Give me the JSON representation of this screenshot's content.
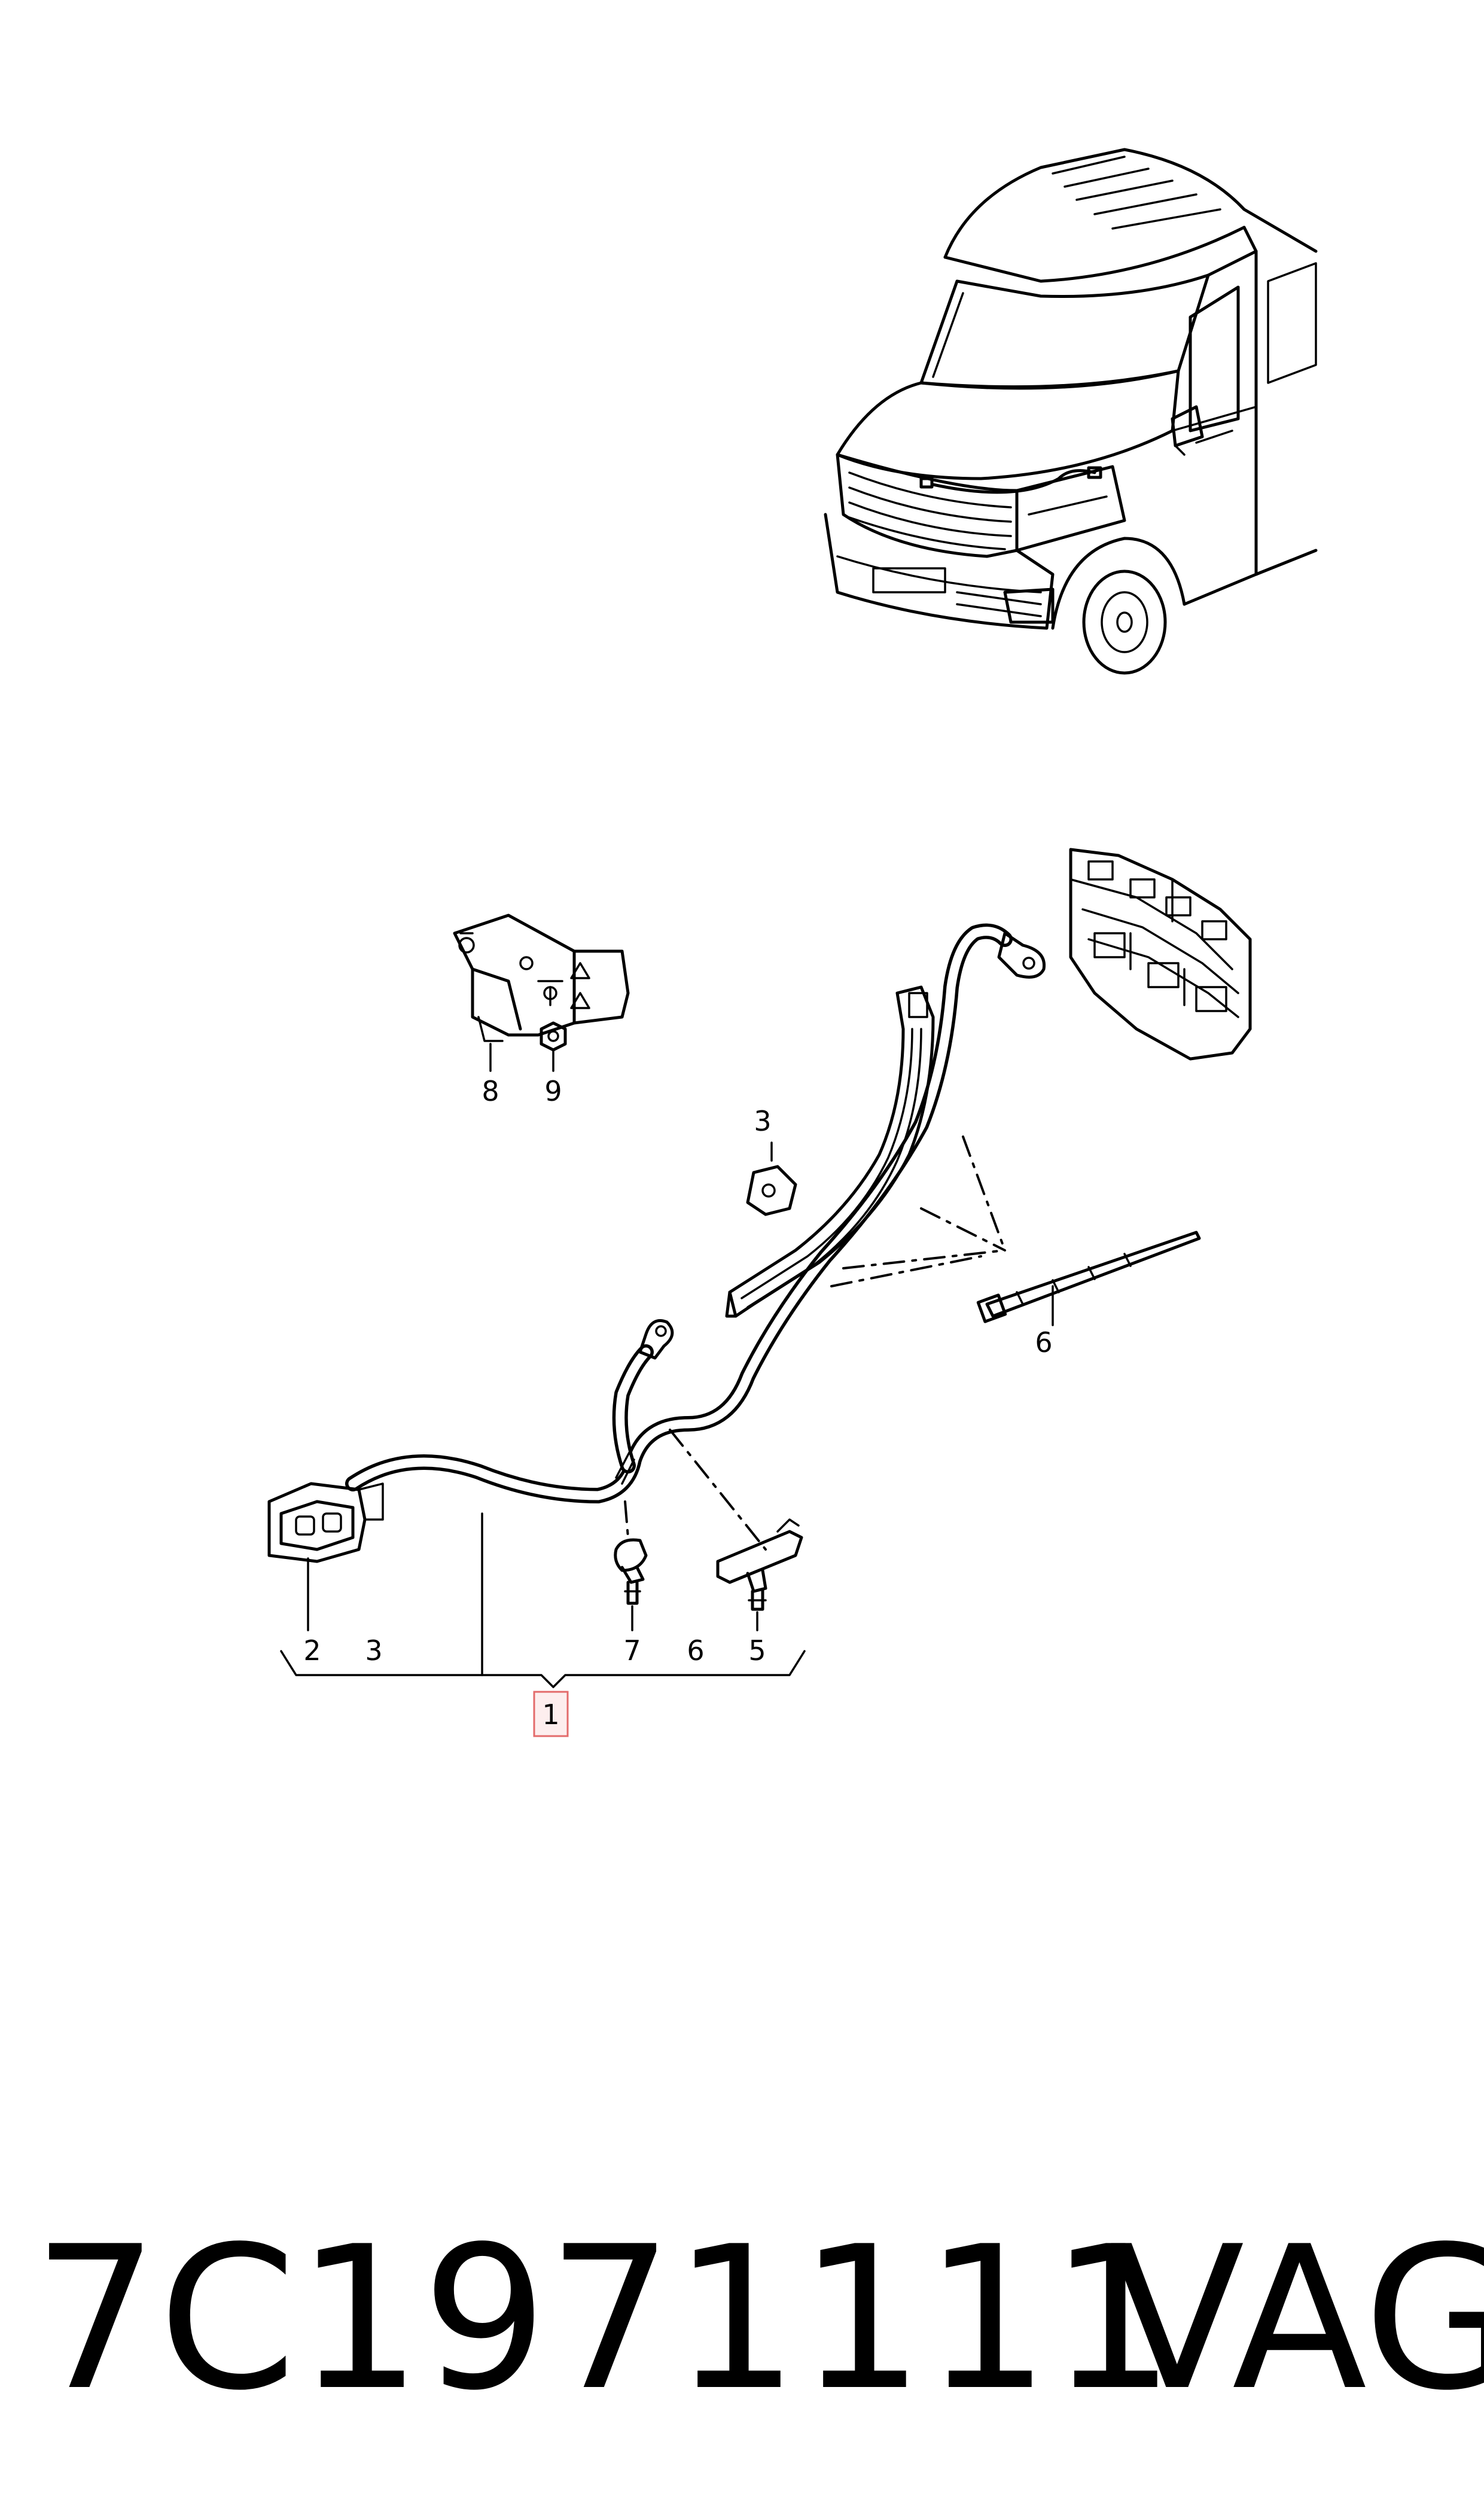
{
  "callouts": {
    "c1": "1",
    "c2": "2",
    "c3_left": "3",
    "c3_top": "3",
    "c5": "5",
    "c6_bottom": "6",
    "c6_right": "6",
    "c7": "7",
    "c8": "8",
    "c9": "9"
  },
  "footer": {
    "part_number": "7C1971111",
    "brand": "VAG"
  },
  "colors": {
    "line": "#000000",
    "highlight_fill": "#fdeeee",
    "highlight_stroke": "#e36b6b"
  }
}
